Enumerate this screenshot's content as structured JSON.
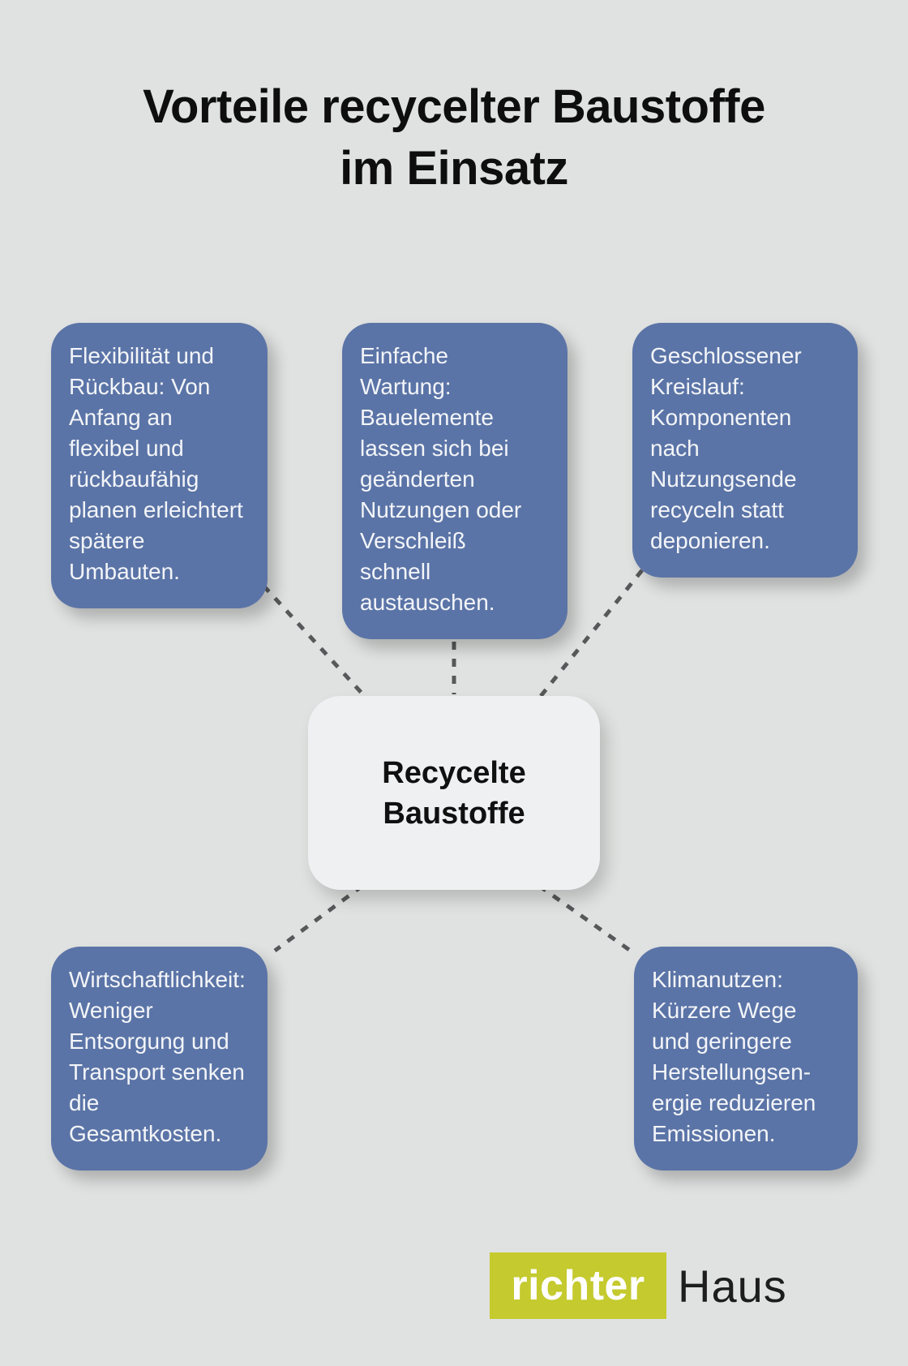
{
  "title": "Vorteile recycelter Baustoffe\nim Einsatz",
  "center_node": {
    "label": "Recycelte\nBaustoffe"
  },
  "benefit_nodes": [
    {
      "id": "flexibilitaet-rueckbau",
      "text": "Flexibilität und\nRückbau: Von\nAnfang an\nflexibel und\nrückbaufähig\nplanen erleichtert\nspätere\nUmbauten."
    },
    {
      "id": "einfache-wartung",
      "text": "Einfache\nWartung:\nBauelemente\nlassen sich bei\ngeänderten\nNutzungen oder\nVerschleiß\nschnell\naustauschen."
    },
    {
      "id": "geschlossener-kreislauf",
      "text": "Geschlossener\nKreislauf:\nKomponenten\nnach\nNutzungsende\nrecyceln statt\ndeponieren."
    },
    {
      "id": "wirtschaftlichkeit",
      "text": "Wirtschaftlichkeit:\nWeniger\nEntsorgung und\nTransport senken\ndie\nGesamtkosten."
    },
    {
      "id": "klimanutzen",
      "text": "Klimanutzen:\nKürzere Wege\nund geringere\nHerstellungsen-\nergie reduzieren\nEmissionen."
    }
  ],
  "connections": [
    {
      "from": "flexibilitaet-rueckbau",
      "to": "center"
    },
    {
      "from": "einfache-wartung",
      "to": "center"
    },
    {
      "from": "geschlossener-kreislauf",
      "to": "center"
    },
    {
      "from": "wirtschaftlichkeit",
      "to": "center"
    },
    {
      "from": "klimanutzen",
      "to": "center"
    }
  ],
  "logo": {
    "brand": "richter",
    "suffix": "Haus"
  },
  "colors": {
    "background": "#e0e2e1",
    "node_fill": "#5b74a7",
    "node_text": "#f3f5f8",
    "center_fill": "#eff0f2",
    "connector": "#58585a",
    "title_text": "#0e0e0e",
    "logo_accent": "#c5ca2e",
    "logo_brand_text": "#ffffff",
    "logo_suffix_text": "#1d1d1d"
  }
}
